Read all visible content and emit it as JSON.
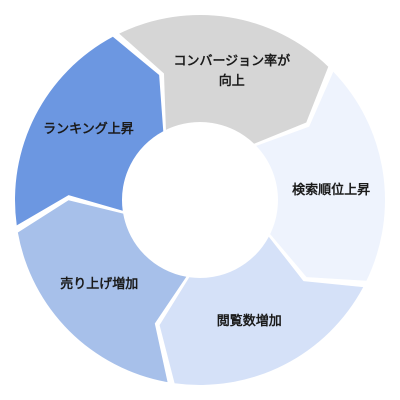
{
  "diagram": {
    "type": "cycle",
    "segments": [
      {
        "label": "コンバージョン率が\n向上",
        "color": "#d6d6d6"
      },
      {
        "label": "検索順位上昇",
        "color": "#eef3fd"
      },
      {
        "label": "閲覧数増加",
        "color": "#d5e1f8"
      },
      {
        "label": "売り上げ増加",
        "color": "#a7c0ea"
      },
      {
        "label": "ランキング上昇",
        "color": "#6c97e1"
      }
    ]
  }
}
